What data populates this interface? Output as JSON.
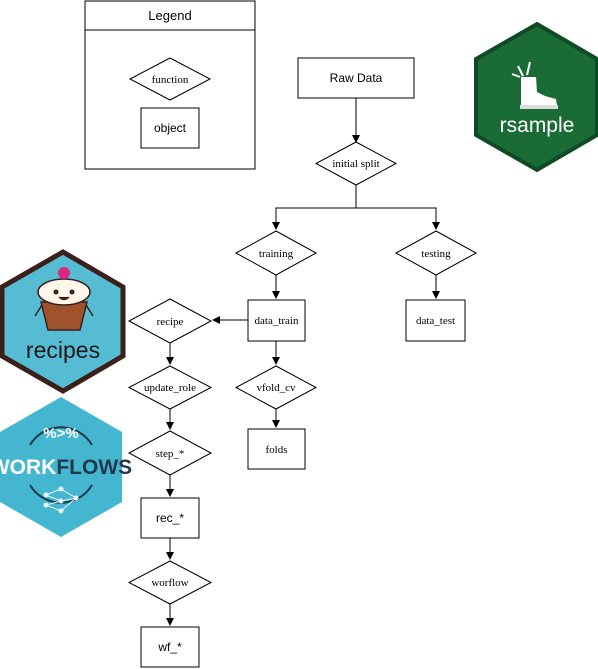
{
  "legend": {
    "title": "Legend",
    "function_label": "function",
    "object_label": "object"
  },
  "nodes": {
    "raw_data": "Raw Data",
    "initial_split": "initial split",
    "training": "training",
    "testing": "testing",
    "data_train": "data_train",
    "data_test": "data_test",
    "recipe": "recipe",
    "update_role": "update_role",
    "step": "step_*",
    "rec": "rec_*",
    "workflow": "worflow",
    "wf": "wf_*",
    "vfold_cv": "vfold_cv",
    "folds": "folds"
  },
  "logos": {
    "rsample": {
      "text": "rsample",
      "color": "#1a6b36",
      "border": "#0e4a23"
    },
    "recipes": {
      "text": "recipes",
      "color": "#56bcd3",
      "border": "#3b1f1a"
    },
    "workflows": {
      "text_a": "WORK",
      "text_b": "FLOWS",
      "symbol": "%>%",
      "color": "#44b6cf"
    }
  }
}
